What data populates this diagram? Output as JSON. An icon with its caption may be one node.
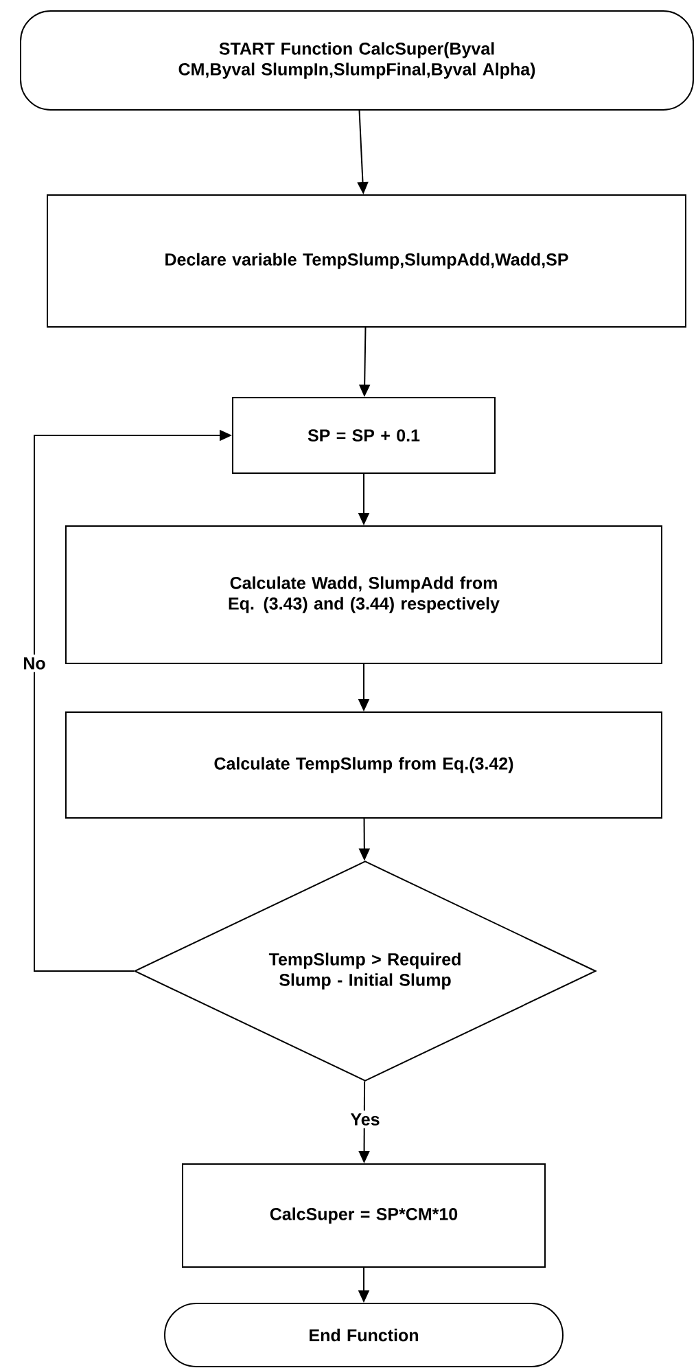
{
  "diagram": {
    "nodes": [
      {
        "text": [
          "START Function CalcSuper(Byval CM,Byval SlumpIn,SlumpFinal,Byval Alpha)"
        ]
      },
      {
        "text": [
          "Declare variable TempSlump,SlumpAdd,Wadd,SP"
        ]
      },
      {
        "text": [
          "SP = SP + 0.1"
        ]
      },
      {
        "text": [
          "Calculate Wadd, SlumpAdd from Eq. (3.43) and (3.44) respectively"
        ]
      },
      {
        "text": [
          "Calculate TempSlump from Eq.(3.42)"
        ]
      },
      {
        "text": [
          "TempSlump > Required Slump - Initial Slump"
        ]
      },
      {
        "text": [
          "CalcSuper = SP*CM*10"
        ]
      },
      {
        "text": [
          "End Function"
        ]
      }
    ],
    "edges": [
      {
        "from": 0,
        "to": 1,
        "arrow": "to"
      },
      {
        "from": 1,
        "to": 2,
        "arrow": "to"
      },
      {
        "from": 2,
        "to": 3,
        "arrow": "to"
      },
      {
        "from": 3,
        "to": 4,
        "arrow": "to"
      },
      {
        "from": 4,
        "to": 5,
        "arrow": "to"
      },
      {
        "from": 5,
        "to": 2,
        "arrow": "to",
        "label": "No"
      },
      {
        "from": 5,
        "to": 6,
        "arrow": "to",
        "label": "Yes"
      },
      {
        "from": 6,
        "to": 7,
        "arrow": "to"
      }
    ]
  }
}
